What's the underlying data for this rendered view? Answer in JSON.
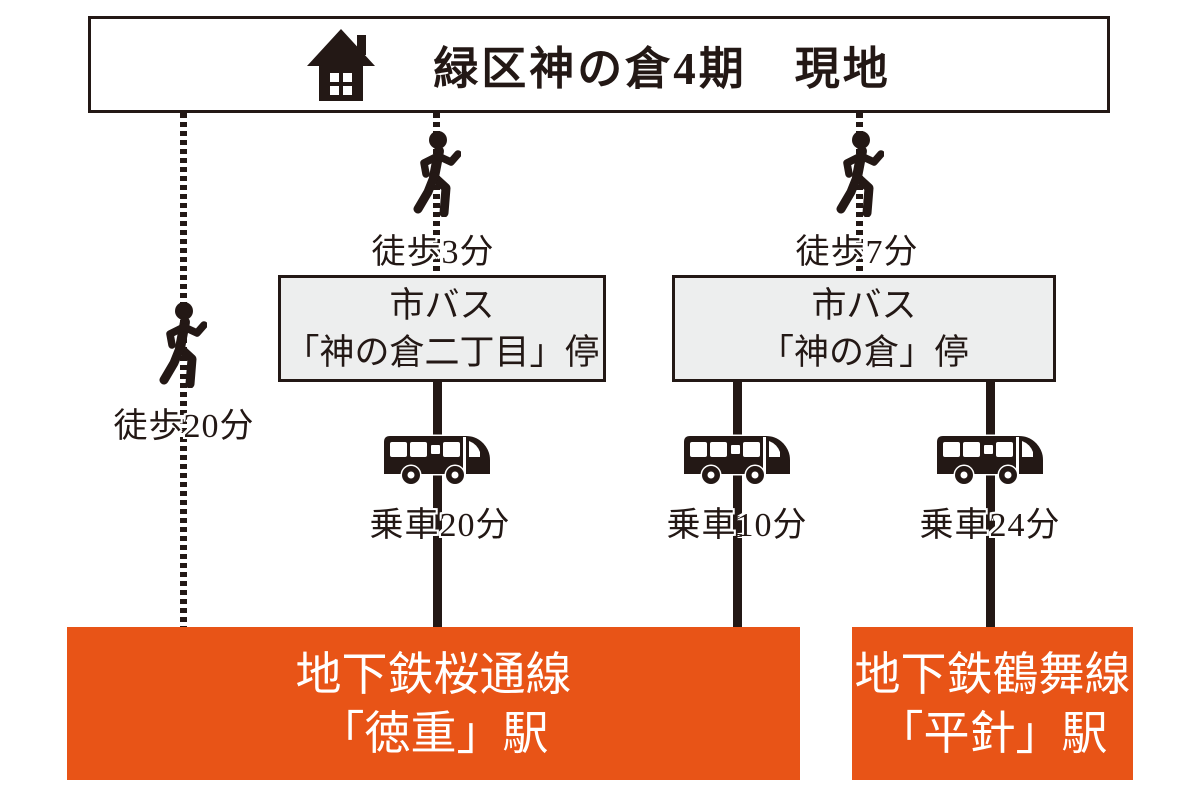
{
  "colors": {
    "ink": "#231815",
    "gray_fill": "#edeeee",
    "orange": "#e85417"
  },
  "site": {
    "title": "緑区神の倉4期　現地"
  },
  "legs": {
    "direct_walk": "徒歩20分",
    "walk_to_stop1": "徒歩3分",
    "walk_to_stop2": "徒歩7分",
    "ride1": "乗車20分",
    "ride2": "乗車10分",
    "ride3": "乗車24分"
  },
  "stops": [
    {
      "line1": "市バス",
      "line2": "「神の倉二丁目」停"
    },
    {
      "line1": "市バス",
      "line2": "「神の倉」停"
    }
  ],
  "stations": [
    {
      "line1": "地下鉄桜通線",
      "line2": "「徳重」駅"
    },
    {
      "line1": "地下鉄鶴舞線",
      "line2": "「平針」駅"
    }
  ]
}
